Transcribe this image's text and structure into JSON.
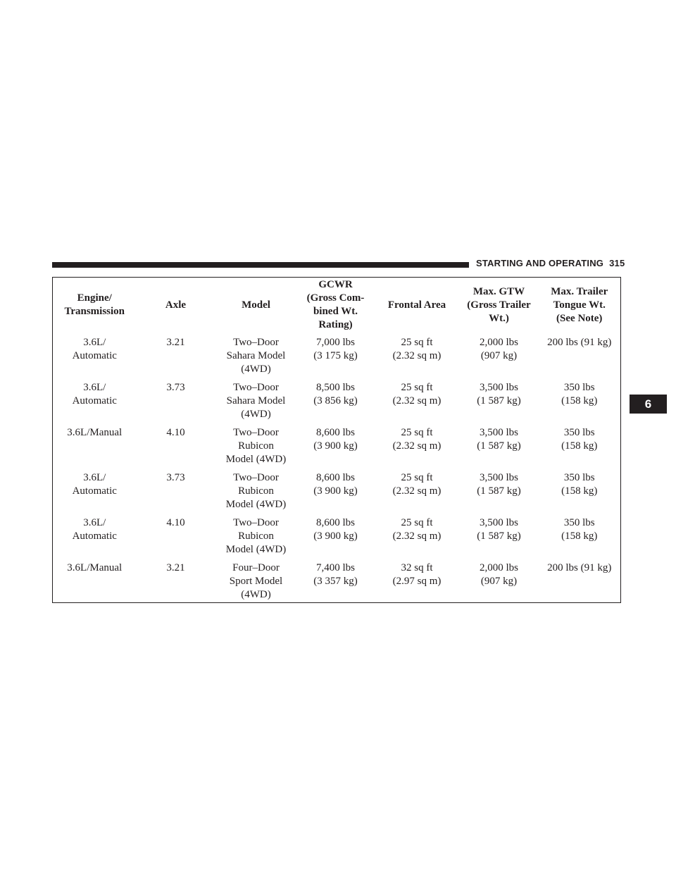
{
  "header": {
    "section": "STARTING AND OPERATING",
    "page": "315"
  },
  "chapter_tab": "6",
  "table": {
    "columns": [
      [
        "Engine/",
        "Transmission"
      ],
      [
        "Axle"
      ],
      [
        "Model"
      ],
      [
        "GCWR",
        "(Gross Com-",
        "bined Wt.",
        "Rating)"
      ],
      [
        "Frontal Area"
      ],
      [
        "Max. GTW",
        "(Gross Trailer",
        "Wt.)"
      ],
      [
        "Max. Trailer",
        "Tongue Wt.",
        "(See Note)"
      ]
    ],
    "rows": [
      [
        [
          "3.6L/",
          "Automatic"
        ],
        [
          "3.21"
        ],
        [
          "Two–Door",
          "Sahara Model",
          "(4WD)"
        ],
        [
          "7,000 lbs",
          "(3 175 kg)"
        ],
        [
          "25 sq ft",
          "(2.32 sq m)"
        ],
        [
          "2,000 lbs",
          "(907 kg)"
        ],
        [
          "200 lbs (91 kg)"
        ]
      ],
      [
        [
          "3.6L/",
          "Automatic"
        ],
        [
          "3.73"
        ],
        [
          "Two–Door",
          "Sahara Model",
          "(4WD)"
        ],
        [
          "8,500 lbs",
          "(3 856 kg)"
        ],
        [
          "25 sq ft",
          "(2.32 sq m)"
        ],
        [
          "3,500 lbs",
          "(1 587 kg)"
        ],
        [
          "350 lbs",
          "(158 kg)"
        ]
      ],
      [
        [
          "3.6L/Manual"
        ],
        [
          "4.10"
        ],
        [
          "Two–Door",
          "Rubicon",
          "Model (4WD)"
        ],
        [
          "8,600 lbs",
          "(3 900 kg)"
        ],
        [
          "25 sq ft",
          "(2.32 sq m)"
        ],
        [
          "3,500 lbs",
          "(1 587 kg)"
        ],
        [
          "350 lbs",
          "(158 kg)"
        ]
      ],
      [
        [
          "3.6L/",
          "Automatic"
        ],
        [
          "3.73"
        ],
        [
          "Two–Door",
          "Rubicon",
          "Model (4WD)"
        ],
        [
          "8,600 lbs",
          "(3 900 kg)"
        ],
        [
          "25 sq ft",
          "(2.32 sq m)"
        ],
        [
          "3,500 lbs",
          "(1 587 kg)"
        ],
        [
          "350 lbs",
          "(158 kg)"
        ]
      ],
      [
        [
          "3.6L/",
          "Automatic"
        ],
        [
          "4.10"
        ],
        [
          "Two–Door",
          "Rubicon",
          "Model (4WD)"
        ],
        [
          "8,600 lbs",
          "(3 900 kg)"
        ],
        [
          "25 sq ft",
          "(2.32 sq m)"
        ],
        [
          "3,500 lbs",
          "(1 587 kg)"
        ],
        [
          "350 lbs",
          "(158 kg)"
        ]
      ],
      [
        [
          "3.6L/Manual"
        ],
        [
          "3.21"
        ],
        [
          "Four–Door",
          "Sport Model",
          "(4WD)"
        ],
        [
          "7,400 lbs",
          "(3 357 kg)"
        ],
        [
          "32 sq ft",
          "(2.97 sq m)"
        ],
        [
          "2,000 lbs",
          "(907 kg)"
        ],
        [
          "200 lbs (91 kg)"
        ]
      ]
    ]
  }
}
